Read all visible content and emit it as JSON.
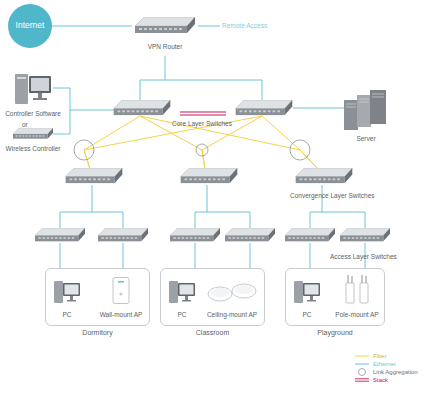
{
  "diagram": {
    "nodes": [
      {
        "text": [
          "Internet"
        ]
      },
      {
        "text": [
          "VPN Router"
        ]
      },
      {
        "text": [
          "Controller Software"
        ]
      },
      {
        "text": [
          "Wireless Controller"
        ]
      },
      {
        "text": [
          "Server"
        ]
      },
      {
        "text": [
          "Dormitory"
        ]
      },
      {
        "text": [
          "PC"
        ],
        "in": 5
      },
      {
        "text": [
          "Wall-mount AP"
        ],
        "in": 5
      },
      {
        "text": [
          "Classroom"
        ]
      },
      {
        "text": [
          "PC"
        ],
        "in": 8
      },
      {
        "text": [
          "Ceiling-mount AP"
        ],
        "in": 8
      },
      {
        "text": [
          "Playground"
        ]
      },
      {
        "text": [
          "PC"
        ],
        "in": 11
      },
      {
        "text": [
          "Pole-mount AP"
        ],
        "in": 11
      }
    ],
    "edges": [
      {
        "from": 0,
        "to": 1,
        "arrow": "none"
      }
    ],
    "labels": [
      "Remote Access",
      "or",
      "Core Layer Switches",
      "Convergence Layer Switches",
      "Access Layer Switches"
    ],
    "legend": [
      {
        "text": "Fiber"
      },
      {
        "text": "Ethernet"
      },
      {
        "text": "Link Aggregation"
      },
      {
        "text": "Stack"
      }
    ]
  }
}
